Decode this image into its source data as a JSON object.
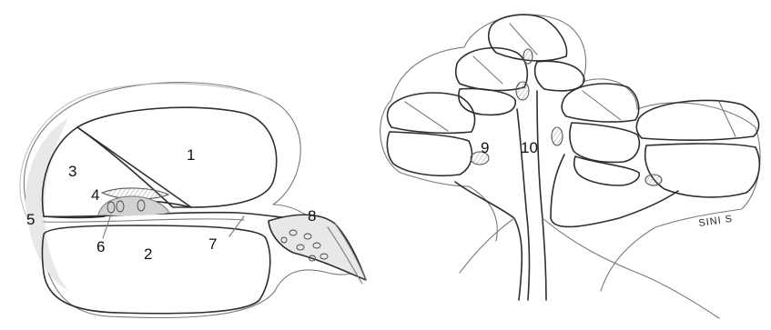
{
  "labels": {
    "n1": "1",
    "n2": "2",
    "n3": "3",
    "n4": "4",
    "n5": "5",
    "n6": "6",
    "n7": "7",
    "n8": "8",
    "n9": "9",
    "n10": "10"
  },
  "signature": "SINI S"
}
